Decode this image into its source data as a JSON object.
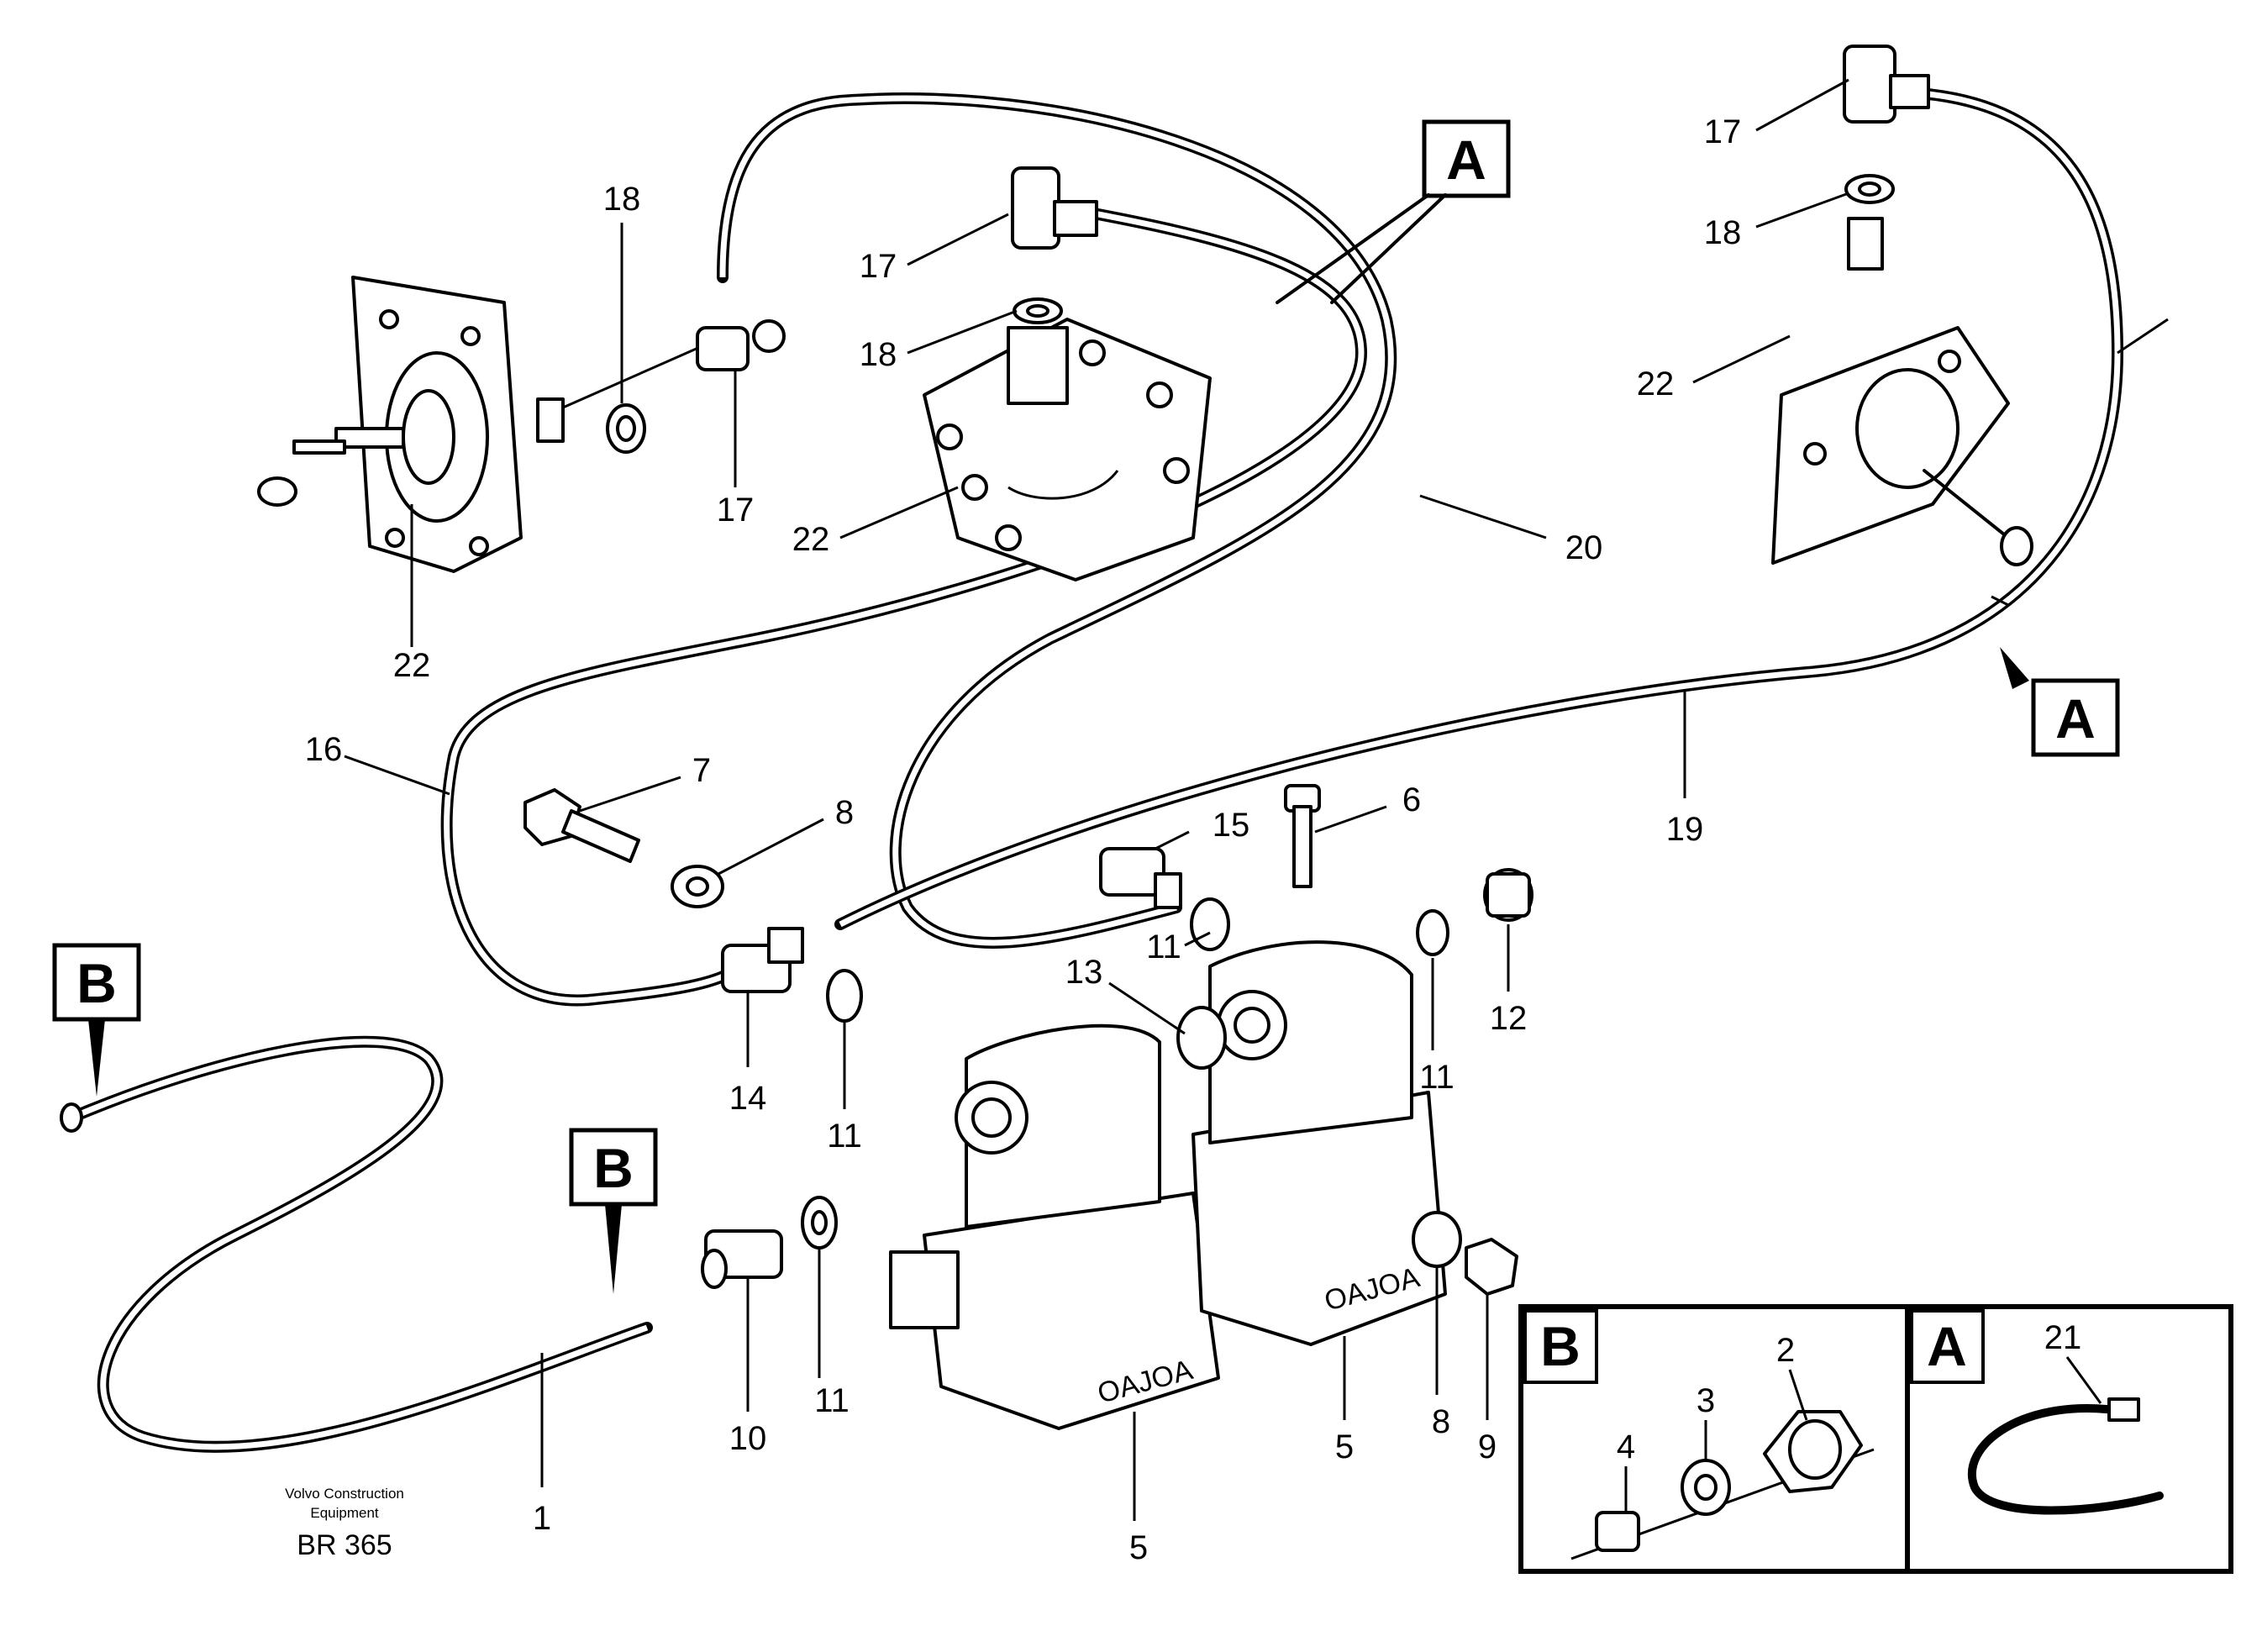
{
  "figure_code": "BR 365",
  "credit": {
    "line1": "Volvo Construction",
    "line2": "Equipment"
  },
  "view_labels": [
    "A",
    "A",
    "B",
    "B"
  ],
  "inset_labels": {
    "left": "B",
    "right": "A"
  },
  "callouts": {
    "n1": "1",
    "n2": "2",
    "n3": "3",
    "n4": "4",
    "n5a": "5",
    "n5b": "5",
    "n6": "6",
    "n7": "7",
    "n8a": "8",
    "n8b": "8",
    "n9": "9",
    "n10": "10",
    "n11a": "11",
    "n11b": "11",
    "n11c": "11",
    "n11d": "11",
    "n12": "12",
    "n13": "13",
    "n14": "14",
    "n15": "15",
    "n16": "16",
    "n17a": "17",
    "n17b": "17",
    "n17c": "17",
    "n18a": "18",
    "n18b": "18",
    "n18c": "18",
    "n19": "19",
    "n20": "20",
    "n21": "21",
    "n22a": "22",
    "n22b": "22",
    "n22c": "22"
  },
  "valve_marking": "OAJOA"
}
